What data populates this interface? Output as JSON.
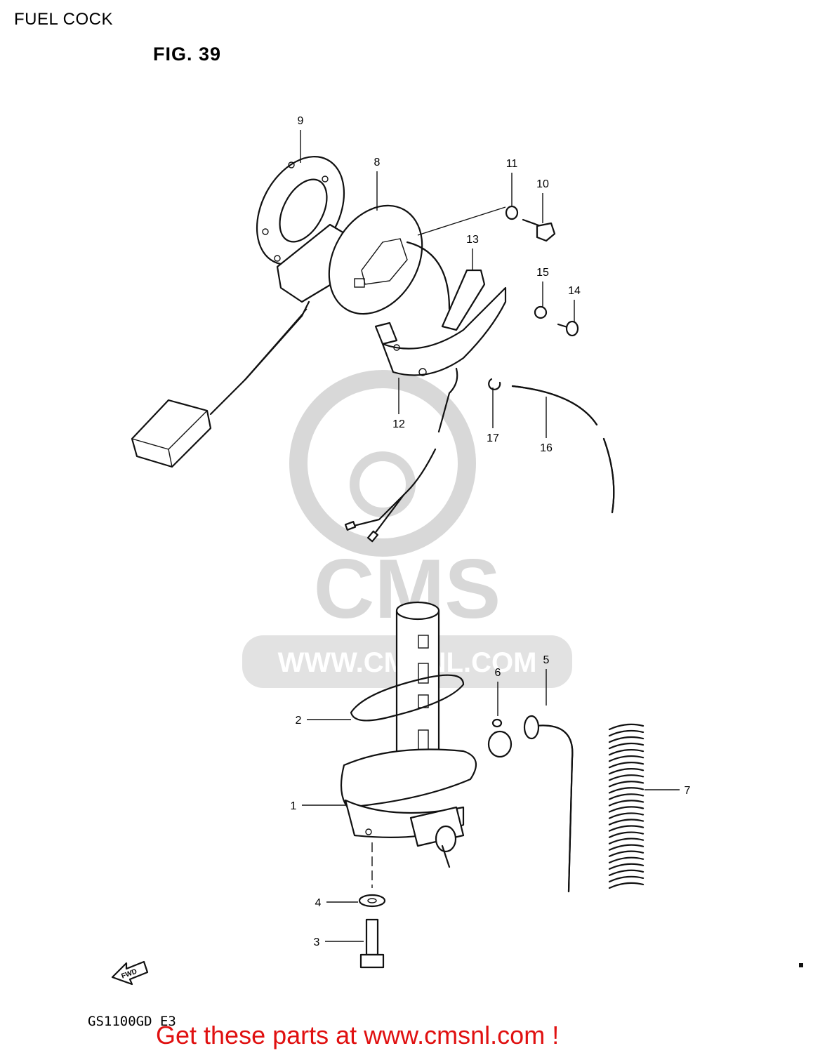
{
  "header": {
    "page_title": "FUEL COCK",
    "figure_label": "FIG. 39"
  },
  "footer": {
    "model_code": "GS1100GD E3",
    "call_to_action": "Get these parts at www.cmsnl.com !"
  },
  "watermark": {
    "logo_text": "CMS",
    "url_text": "WWW.CMSNL.COM",
    "color": "#d8d8d8"
  },
  "direction_arrow": {
    "label": "FWD"
  },
  "callouts": [
    {
      "id": "1",
      "label": "1"
    },
    {
      "id": "2",
      "label": "2"
    },
    {
      "id": "3",
      "label": "3"
    },
    {
      "id": "4",
      "label": "4"
    },
    {
      "id": "5",
      "label": "5"
    },
    {
      "id": "6",
      "label": "6"
    },
    {
      "id": "7",
      "label": "7"
    },
    {
      "id": "8",
      "label": "8"
    },
    {
      "id": "9",
      "label": "9"
    },
    {
      "id": "10",
      "label": "10"
    },
    {
      "id": "11",
      "label": "11"
    },
    {
      "id": "12",
      "label": "12"
    },
    {
      "id": "13",
      "label": "13"
    },
    {
      "id": "14",
      "label": "14"
    },
    {
      "id": "15",
      "label": "15"
    },
    {
      "id": "16",
      "label": "16"
    },
    {
      "id": "17",
      "label": "17"
    }
  ],
  "colors": {
    "line": "#111111",
    "cta": "#e01010"
  }
}
